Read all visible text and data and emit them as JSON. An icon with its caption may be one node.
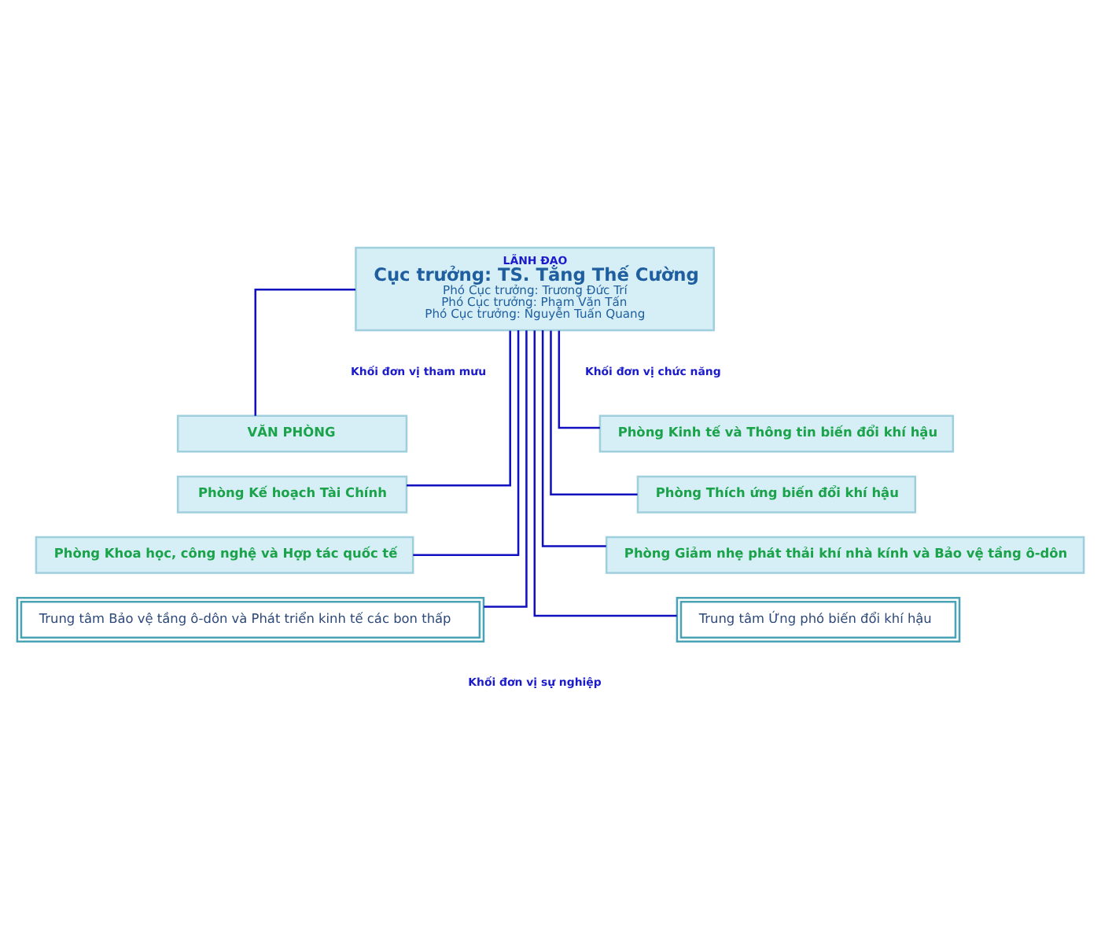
{
  "diagram": {
    "nodes": [
      {
        "text": [
          "LÃNH ĐẠO",
          "Cục trưởng: TS. Tăng Thế Cường",
          "Phó Cục trưởng: Trương Đức Trí",
          "Phó Cục trưởng: Phạm Văn Tấn",
          "Phó Cục trưởng: Nguyễn Tuấn Quang"
        ]
      },
      {
        "text": [
          "VĂN PHÒNG"
        ]
      },
      {
        "text": [
          "Phòng Kinh tế và Thông tin biến đổi khí hậu"
        ]
      },
      {
        "text": [
          "Phòng Kế hoạch Tài Chính"
        ]
      },
      {
        "text": [
          "Phòng Thích ứng biến đổi khí hậu"
        ]
      },
      {
        "text": [
          "Phòng Khoa học, công nghệ và Hợp tác quốc tế"
        ]
      },
      {
        "text": [
          "Phòng Giảm nhẹ phát thải khí nhà kính và Bảo vệ tầng ô-dôn"
        ]
      },
      {
        "text": [
          "Trung tâm Bảo vệ tầng ô-dôn và Phát triển kinh tế các bon thấp"
        ]
      },
      {
        "text": [
          "Trung tâm Ứng phó biến đổi khí hậu"
        ]
      }
    ],
    "edges": [
      {
        "from": 0,
        "to": 1,
        "arrow": "none"
      },
      {
        "from": 0,
        "to": 2,
        "arrow": "none"
      },
      {
        "from": 0,
        "to": 3,
        "arrow": "none"
      },
      {
        "from": 0,
        "to": 4,
        "arrow": "none"
      },
      {
        "from": 0,
        "to": 5,
        "arrow": "none"
      },
      {
        "from": 0,
        "to": 6,
        "arrow": "none"
      },
      {
        "from": 0,
        "to": 7,
        "arrow": "none"
      },
      {
        "from": 0,
        "to": 8,
        "arrow": "none"
      }
    ],
    "labels": [
      "Khối đơn vị tham mưu",
      "Khối đơn vị chức năng",
      "Khối đơn vị sự nghiệp"
    ]
  }
}
